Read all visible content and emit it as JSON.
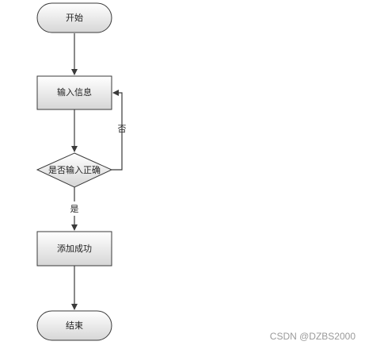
{
  "flowchart": {
    "nodes": {
      "start": {
        "label": "开始",
        "shape": "terminator"
      },
      "input": {
        "label": "输入信息",
        "shape": "process"
      },
      "decision": {
        "label": "是否输入正确",
        "shape": "decision"
      },
      "success": {
        "label": "添加成功",
        "shape": "process"
      },
      "end": {
        "label": "结束",
        "shape": "terminator"
      }
    },
    "edges": {
      "yes_label": "是",
      "no_label": "否"
    },
    "colors": {
      "node_fill_top": "#ffffff",
      "node_fill_bottom": "#d6d6d6",
      "stroke": "#3a3a3a"
    }
  },
  "watermark": {
    "text": "CSDN @DZBS2000"
  }
}
